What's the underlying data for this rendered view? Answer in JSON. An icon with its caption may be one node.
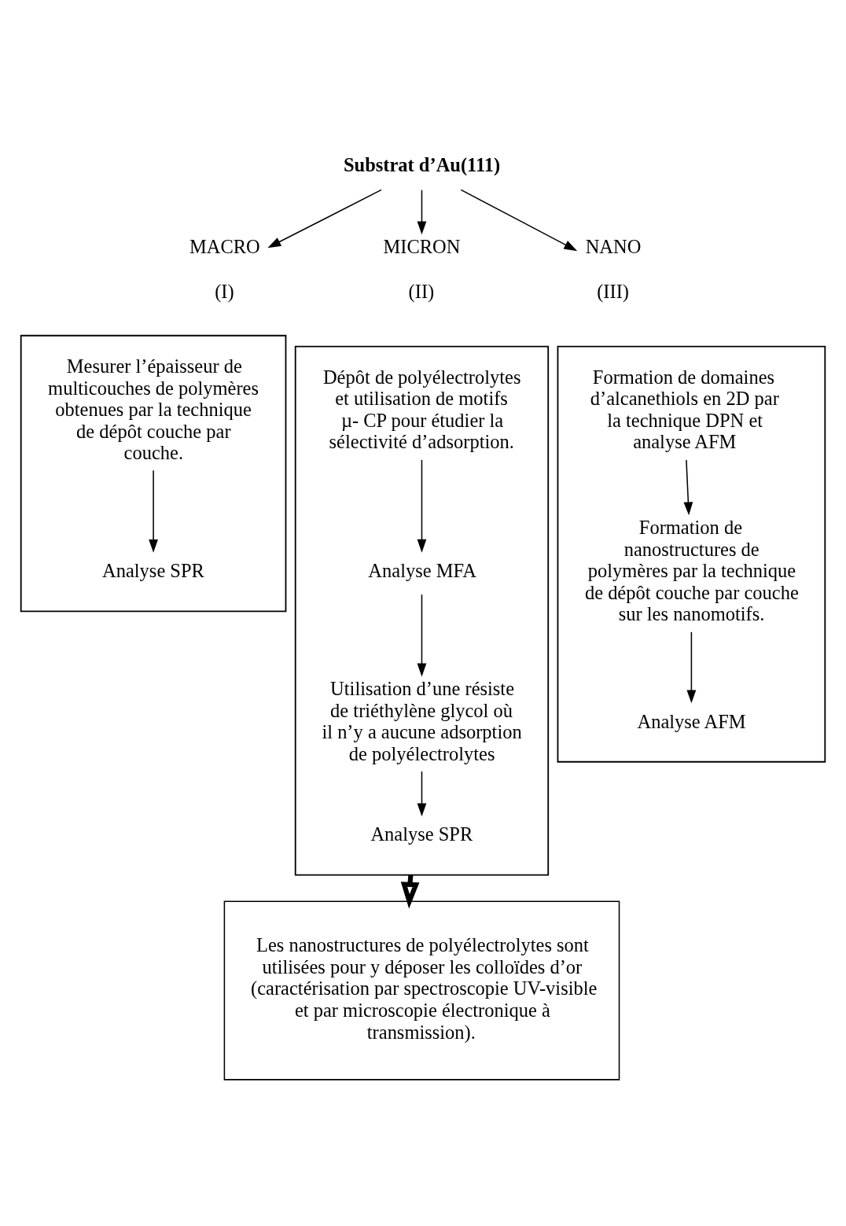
{
  "diagram": {
    "nodes": [
      {
        "text": [
          "Substrat d’Au(111)"
        ]
      },
      {
        "text": [
          "MACRO",
          "(I)"
        ]
      },
      {
        "text": [
          "MICRON",
          "(II)"
        ]
      },
      {
        "text": [
          "NANO",
          "(III)"
        ]
      },
      {
        "text": [],
        "shape": "box"
      },
      {
        "text": [
          "Mesurer l’épaisseur de multicouches de polymères obtenues par la technique de dépôt couche par couche."
        ],
        "in": 4
      },
      {
        "text": [
          "Analyse SPR"
        ],
        "in": 4
      },
      {
        "text": [],
        "shape": "box"
      },
      {
        "text": [
          "Dépôt de polyélectrolytes et utilisation de motifs µ- CP pour étudier la sélectivité d’adsorption."
        ],
        "in": 7
      },
      {
        "text": [
          "Analyse MFA"
        ],
        "in": 7
      },
      {
        "text": [
          "Utilisation d’une résiste de triéthylène glycol où il n’y a aucune adsorption de polyélectrolytes"
        ],
        "in": 7
      },
      {
        "text": [
          "Analyse SPR"
        ],
        "in": 7
      },
      {
        "text": [],
        "shape": "box"
      },
      {
        "text": [
          "Formation de domaines d’alcanethiols en 2D par la technique DPN et analyse AFM"
        ],
        "in": 12
      },
      {
        "text": [
          "Formation de nanostructures de polymères par la technique de dépôt couche par couche sur les nanomotifs."
        ],
        "in": 12
      },
      {
        "text": [
          "Analyse AFM"
        ],
        "in": 12
      },
      {
        "text": [
          "Les nanostructures de polyélectrolytes sont utilisées pour y déposer les colloïdes d’or (caractérisation par spectroscopie UV-visible et par microscopie électronique à transmission)."
        ]
      }
    ],
    "edges": [
      {
        "from": 0,
        "to": 1,
        "arrow": "to"
      },
      {
        "from": 0,
        "to": 2,
        "arrow": "to"
      },
      {
        "from": 0,
        "to": 3,
        "arrow": "to"
      },
      {
        "from": 5,
        "to": 6,
        "arrow": "to"
      },
      {
        "from": 8,
        "to": 9,
        "arrow": "to"
      },
      {
        "from": 9,
        "to": 10,
        "arrow": "to"
      },
      {
        "from": 10,
        "to": 11,
        "arrow": "to"
      },
      {
        "from": 13,
        "to": 14,
        "arrow": "to"
      },
      {
        "from": 14,
        "to": 15,
        "arrow": "to"
      },
      {
        "from": 7,
        "to": 16,
        "arrow": "to",
        "style": "thick"
      }
    ]
  }
}
